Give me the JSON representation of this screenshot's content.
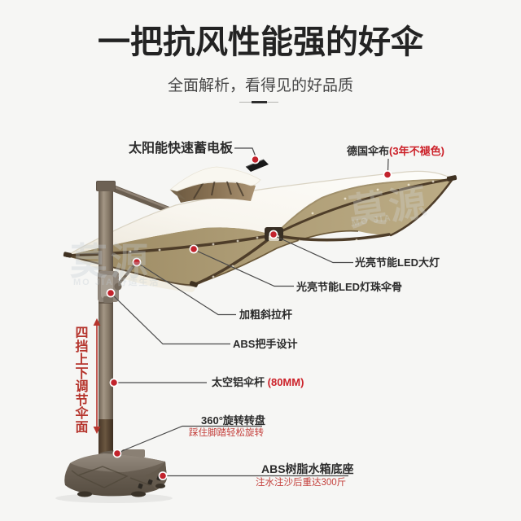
{
  "colors": {
    "accent_red": "#c2232c",
    "canopy_top": "#f6f3ea",
    "canopy_underside": "#b3a27f",
    "pole_bronze": "#8f8274",
    "background": "#f6f6f4"
  },
  "header": {
    "title": "一把抗风性能强的好伞",
    "subtitle": "全面解析，看得见的好品质"
  },
  "watermark": {
    "brand": "莫源",
    "latin": "MO JIA",
    "tagline": "舒适生活"
  },
  "callouts": {
    "solar": {
      "label": "太阳能快速蓄电板"
    },
    "fabric": {
      "label": "德国伞布",
      "note": "(3年不褪色)"
    },
    "led_main": {
      "label": "光亮节能LED大灯"
    },
    "led_ribs": {
      "label": "光亮节能LED灯珠伞骨"
    },
    "brace": {
      "label": "加粗斜拉杆"
    },
    "handle": {
      "label": "ABS把手设计"
    },
    "pole": {
      "label": "太空铝伞杆",
      "note": "(80MM)"
    },
    "height_adjust": {
      "label": "四挡上下调节伞面"
    },
    "turntable": {
      "label": "360°旋转转盘",
      "note": "踩住脚踏轻松旋转"
    },
    "base": {
      "label": "ABS树脂水箱底座",
      "note": "注水注沙后重达300斤"
    }
  }
}
